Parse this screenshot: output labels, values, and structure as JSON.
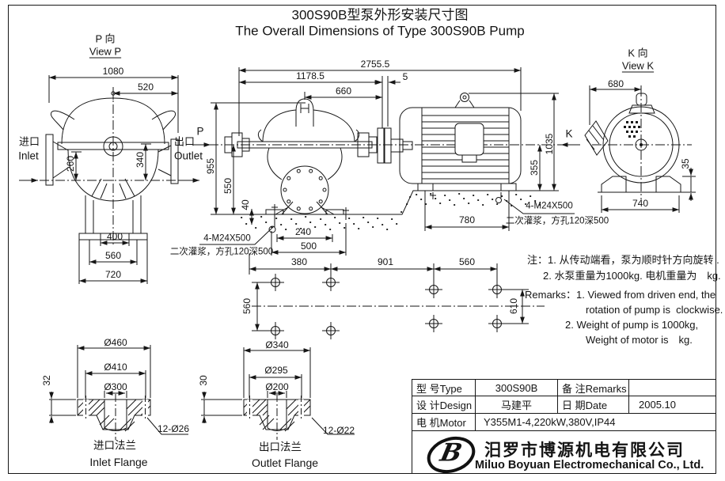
{
  "title": {
    "cn": "300S90B型泵外形安装尺寸图",
    "en": "The Overall Dimensions of Type 300S90B Pump"
  },
  "view_p": {
    "label_cn": "P 向",
    "label_en": "View P",
    "d1080": "1080",
    "d520": "520",
    "d260": "260",
    "d340": "340",
    "d400": "400",
    "d560": "560",
    "d720": "720",
    "inlet_cn": "进口",
    "inlet_en": "Inlet",
    "outlet_cn": "出口",
    "outlet_en": "Outlet"
  },
  "main": {
    "d2755": "2755.5",
    "d1178": "1178.5",
    "d660": "660",
    "d5": "5",
    "p_label": "P",
    "k_label": "K",
    "d955": "955",
    "d550": "550",
    "d40": "40",
    "d240": "240",
    "d500": "500",
    "d780": "780",
    "d355": "355",
    "d1035": "1035",
    "anchor_bolts": "4-M24X500",
    "grout_note": "二次灌浆，方孔120深500"
  },
  "plan": {
    "d380": "380",
    "d901": "901",
    "d560_top": "560",
    "d560_side": "560",
    "d610": "610"
  },
  "view_k": {
    "label_cn": "K 向",
    "label_en": "View K",
    "d680": "680",
    "d35": "35",
    "d740": "740"
  },
  "notes": {
    "cn_line1": "注：1. 从传动端看，泵为顺时针方向旋转 .",
    "cn_line2": "2. 水泵重量为1000kg. 电机重量为　kg.",
    "en_line1": "Remarks：1. Viewed from driven end, the",
    "en_line2": "rotation of pump is  clockwise.",
    "en_line3": "2. Weight of pump is 1000kg,",
    "en_line4": "Weight of motor is　kg."
  },
  "inlet_flange": {
    "d460": "Ø460",
    "d410": "Ø410",
    "d300": "Ø300",
    "d32": "32",
    "holes": "12-Ø26",
    "label_cn": "进口法兰",
    "label_en": "Inlet Flange"
  },
  "outlet_flange": {
    "d340": "Ø340",
    "d295": "Ø295",
    "d200": "Ø200",
    "d30": "30",
    "holes": "12-Ø22",
    "label_cn": "出口法兰",
    "label_en": "Outlet Flange"
  },
  "title_block": {
    "type_label": "型 号Type",
    "type_value": "300S90B",
    "remarks_label": "备 注Remarks",
    "remarks_value": "",
    "design_label": "设 计Design",
    "design_value": "马建平",
    "date_label": "日 期Date",
    "date_value": "2005.10",
    "motor_label": "电 机Motor",
    "motor_value": "Y355M1-4,220kW,380V,IP44"
  },
  "company": {
    "logo_letter": "B",
    "name_cn": "汨罗市博源机电有限公司",
    "name_en": "Miluo Boyuan Electromechanical Co., Ltd."
  }
}
